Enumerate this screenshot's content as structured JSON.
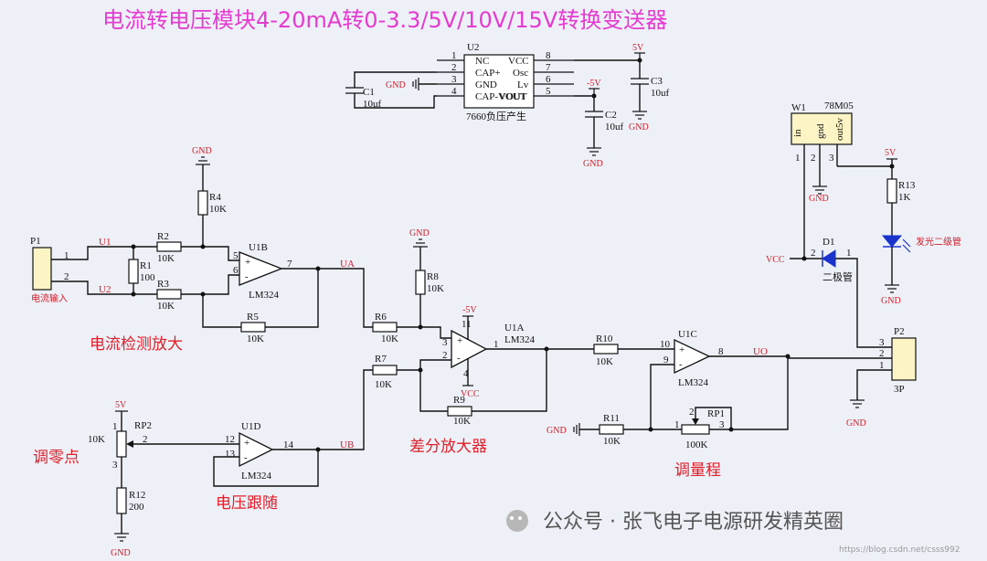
{
  "title": "电流转电压模块4-20mA转0-3.3/5V/10V/15V转换变送器",
  "u2": {
    "ref": "U2",
    "pins_left": [
      "1",
      "2",
      "3",
      "4"
    ],
    "pins_right": [
      "8",
      "7",
      "6",
      "5"
    ],
    "names_left": [
      "NC",
      "CAP+",
      "GND",
      "CAP-VOUT"
    ],
    "names_right": [
      "VCC",
      "Osc",
      "Lv",
      "VOUT"
    ],
    "caption": "7660负压产生"
  },
  "c1": {
    "ref": "C1",
    "value": "10uf"
  },
  "c2": {
    "ref": "C2",
    "value": "10uf"
  },
  "c3": {
    "ref": "C3",
    "value": "10uf"
  },
  "power": {
    "v5": "5V",
    "vneg5": "-5V",
    "gnd": "GND",
    "vcc": "VCC"
  },
  "p1": {
    "ref": "P1",
    "pins": [
      "1",
      "2"
    ],
    "caption": "电流输入"
  },
  "nets": {
    "u1": "U1",
    "u2": "U2",
    "ua": "UA",
    "ub": "UB",
    "uo": "UO"
  },
  "r1": {
    "ref": "R1",
    "value": "100"
  },
  "r2": {
    "ref": "R2",
    "value": "10K"
  },
  "r3": {
    "ref": "R3",
    "value": "10K"
  },
  "r4": {
    "ref": "R4",
    "value": "10K"
  },
  "r5": {
    "ref": "R5",
    "value": "10K"
  },
  "r6": {
    "ref": "R6",
    "value": "10K"
  },
  "r7": {
    "ref": "R7",
    "value": "10K"
  },
  "r8": {
    "ref": "R8",
    "value": "10K"
  },
  "r9": {
    "ref": "R9",
    "value": "10K"
  },
  "r10": {
    "ref": "R10",
    "value": "10K"
  },
  "r11": {
    "ref": "R11",
    "value": "10K"
  },
  "r12": {
    "ref": "R12",
    "value": "200"
  },
  "r13": {
    "ref": "R13",
    "value": "1K"
  },
  "rp1": {
    "ref": "RP1",
    "value": "100K",
    "pins": [
      "1",
      "2",
      "3"
    ]
  },
  "rp2": {
    "ref": "RP2",
    "value": "10K",
    "pins": [
      "1",
      "2",
      "3"
    ]
  },
  "u1a": {
    "ref": "U1A",
    "part": "LM324",
    "pins": [
      "3",
      "2",
      "1",
      "4",
      "11"
    ]
  },
  "u1b": {
    "ref": "U1B",
    "part": "LM324",
    "pins": [
      "5",
      "6",
      "7"
    ]
  },
  "u1c": {
    "ref": "U1C",
    "part": "LM324",
    "pins": [
      "10",
      "9",
      "8"
    ]
  },
  "u1d": {
    "ref": "U1D",
    "part": "LM324",
    "pins": [
      "12",
      "13",
      "14"
    ]
  },
  "w1": {
    "ref": "W1",
    "part": "78M05",
    "pins": [
      "1",
      "2",
      "3"
    ],
    "names": [
      "in",
      "gnd",
      "out5v"
    ]
  },
  "d1": {
    "ref": "D1",
    "caption": "二极管",
    "pins": [
      "2",
      "1"
    ]
  },
  "led": {
    "caption": "发光二级管"
  },
  "p2": {
    "ref": "P2",
    "pins": [
      "3",
      "2",
      "1"
    ],
    "caption": "3P"
  },
  "labels": {
    "amp": "电流检测放大",
    "diff": "差分放大器",
    "follower": "电压跟随",
    "zero": "调零点",
    "range": "调量程"
  },
  "watermark": {
    "main": "公众号 · 张飞电子电源研发精英圈",
    "sub": "https://blog.csdn.net/csss992"
  }
}
